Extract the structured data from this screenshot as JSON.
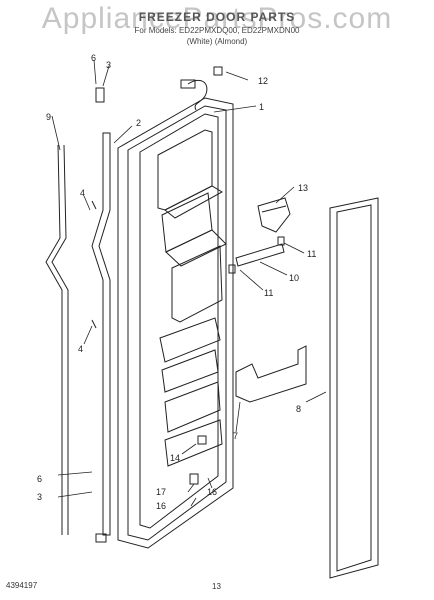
{
  "header": {
    "watermark": "AppliancePartsPros.com",
    "title": "FREEZER DOOR PARTS",
    "models": "For Models: ED22PMXDQ00, ED22PMXDN00",
    "variants": "(White)      (Almond)"
  },
  "callouts": [
    "1",
    "2",
    "3",
    "4",
    "6",
    "7",
    "8",
    "9",
    "10",
    "11",
    "12",
    "13",
    "14",
    "16",
    "17"
  ],
  "footer": {
    "doc_number": "4394197",
    "page_number": "13"
  }
}
